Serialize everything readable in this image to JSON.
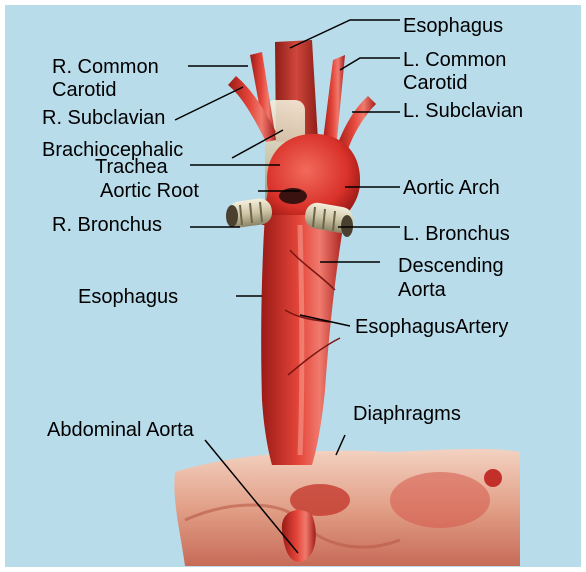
{
  "colors": {
    "background": "#b9dceb",
    "aorta": "#d8322a",
    "aorta_highlight": "#f07a6e",
    "aorta_shadow": "#9b1a16",
    "esophagus": "#c9443a",
    "trachea_cartilage": "#e7e0c8",
    "diaphragm": "#e9b7a3",
    "leader_line": "#000000"
  },
  "labels": {
    "esophagus_top": "Esophagus",
    "r_common_carotid_1": "R. Common",
    "r_common_carotid_2": "Carotid",
    "l_common_carotid_1": "L. Common",
    "l_common_carotid_2": "Carotid",
    "r_subclavian": "R. Subclavian",
    "l_subclavian": "L. Subclavian",
    "brachiocephalic": "Brachiocephalic",
    "trachea": "Trachea",
    "aortic_root": "Aortic Root",
    "aortic_arch": "Aortic Arch",
    "r_bronchus": "R. Bronchus",
    "l_bronchus": "L. Bronchus",
    "descending_aorta_1": "Descending",
    "descending_aorta_2": "Aorta",
    "esophagus_mid": "Esophagus",
    "esophagus_artery": "EsophagusArtery",
    "diaphragms": "Diaphragms",
    "abdominal_aorta": "Abdominal Aorta"
  }
}
